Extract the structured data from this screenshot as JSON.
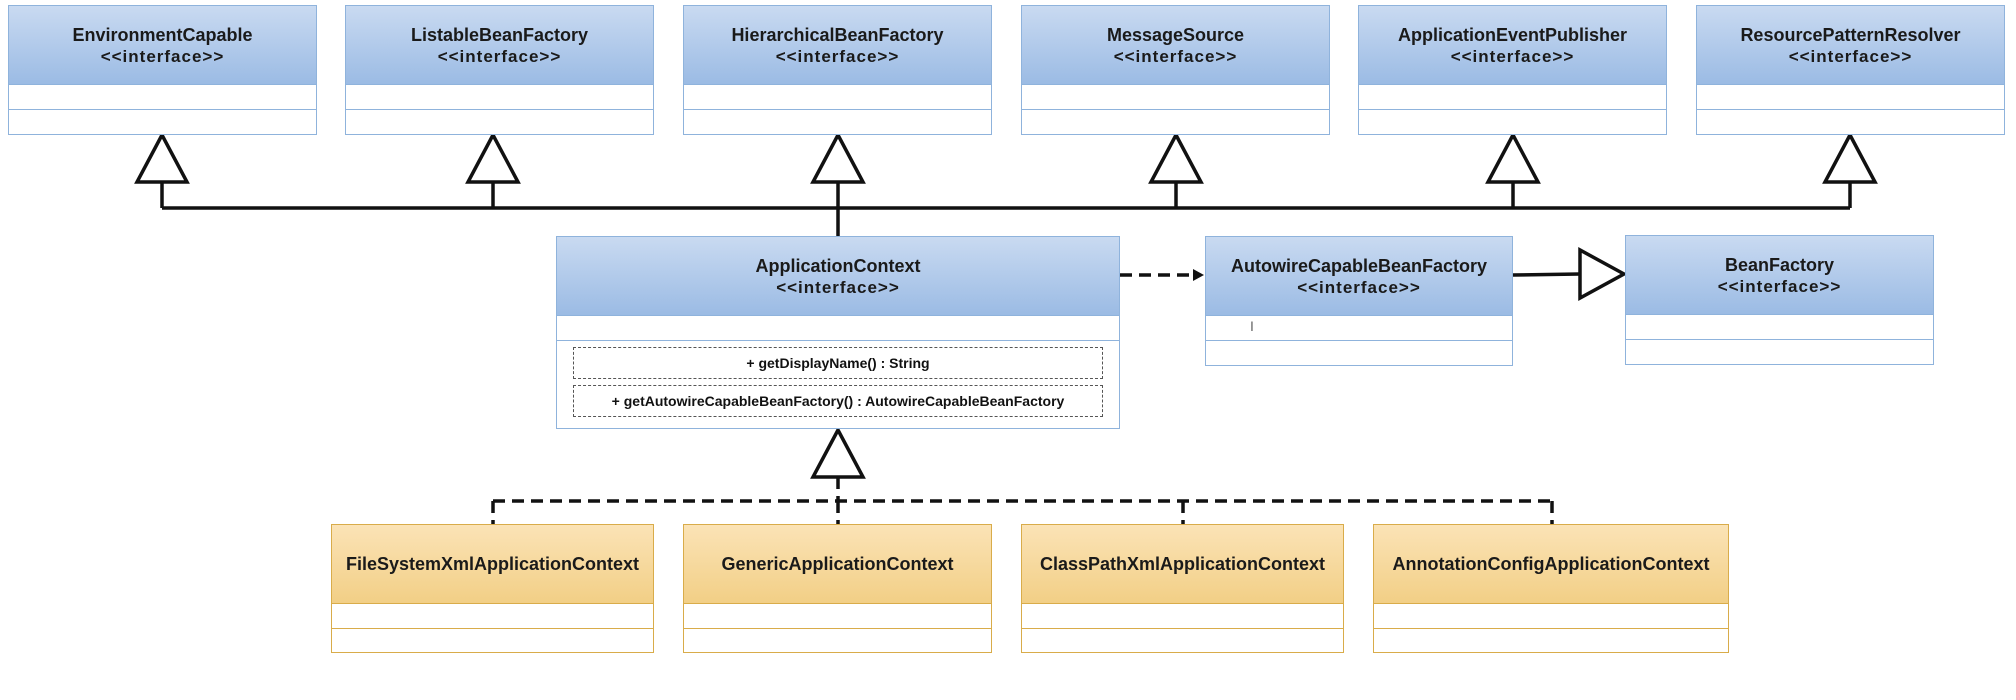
{
  "stereotype": "<<interface>>",
  "top_interfaces": [
    {
      "name": "EnvironmentCapable"
    },
    {
      "name": "ListableBeanFactory"
    },
    {
      "name": "HierarchicalBeanFactory"
    },
    {
      "name": "MessageSource"
    },
    {
      "name": "ApplicationEventPublisher"
    },
    {
      "name": "ResourcePatternResolver"
    }
  ],
  "application_context": {
    "name": "ApplicationContext",
    "operations": [
      "+ getDisplayName() : String",
      "+ getAutowireCapableBeanFactory() : AutowireCapableBeanFactory"
    ]
  },
  "autowire_factory": {
    "name": "AutowireCapableBeanFactory",
    "cursor": "I"
  },
  "bean_factory": {
    "name": "BeanFactory"
  },
  "implementations": [
    {
      "name": "FileSystemXmlApplicationContext"
    },
    {
      "name": "GenericApplicationContext"
    },
    {
      "name": "ClassPathXmlApplicationContext"
    },
    {
      "name": "AnnotationConfigApplicationContext"
    }
  ],
  "colors": {
    "interface_fill": "#9bbbe4",
    "implementation_fill": "#f2cf86",
    "line": "#111111"
  }
}
